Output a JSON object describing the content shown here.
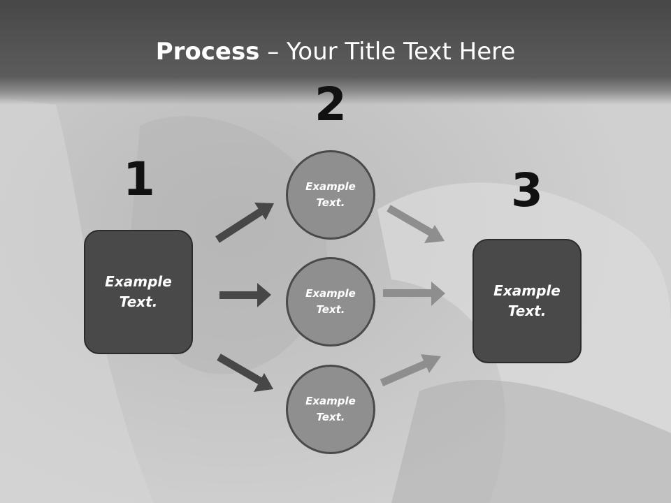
{
  "title": {
    "bold": "Process",
    "rest": " – Your Title Text Here"
  },
  "steps": {
    "one": "1",
    "two": "2",
    "three": "3"
  },
  "left_box": {
    "text": "Example Text."
  },
  "right_box": {
    "text": "Example Text."
  },
  "circles": [
    {
      "text": "Example Text."
    },
    {
      "text": "Example Text."
    },
    {
      "text": "Example Text."
    }
  ],
  "colors": {
    "box_fill": "#494949",
    "circle_fill": "#8f8f8f",
    "arrow_dark": "#474747",
    "arrow_light": "#8e8e8e",
    "title_band": "#474747"
  }
}
